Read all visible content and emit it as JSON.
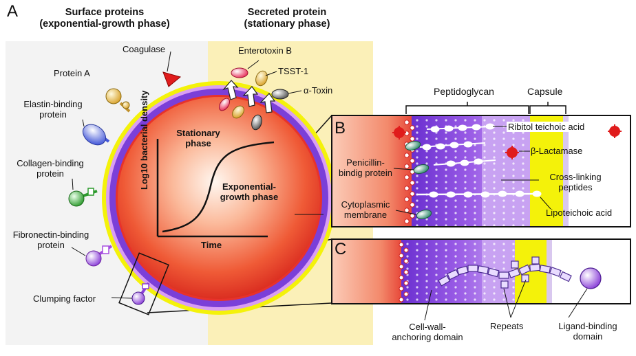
{
  "panel_letters": {
    "a": "A",
    "b": "B",
    "c": "C"
  },
  "headings": {
    "surface_line1": "Surface proteins",
    "surface_line2": "(exponential-growth phase)",
    "secreted_line1": "Secreted protein",
    "secreted_line2": "(stationary phase)"
  },
  "surface_proteins": {
    "coagulase": "Coagulase",
    "protein_a": "Protein A",
    "elastin_line1": "Elastin-binding",
    "elastin_line2": "protein",
    "collagen_line1": "Collagen-binding",
    "collagen_line2": "protein",
    "fibronectin_line1": "Fibronectin-binding",
    "fibronectin_line2": "protein",
    "clumping": "Clumping factor"
  },
  "secreted_proteins": {
    "enterotoxin": "Enterotoxin B",
    "tsst": "TSST-1",
    "alpha_toxin": "α-Toxin"
  },
  "growth_curve": {
    "y_axis": "Log10 bacterial density",
    "x_axis": "Time",
    "stationary_line1": "Stationary",
    "stationary_line2": "phase",
    "exponential_line1": "Exponential-",
    "exponential_line2": "growth phase"
  },
  "wall_labels": {
    "peptidoglycan": "Peptidoglycan",
    "capsule": "Capsule",
    "ribitol": "Ribitol teichoic acid",
    "lactamase": "β-Lactamase",
    "pbp_line1": "Penicillin-",
    "pbp_line2": "bindig protein",
    "crosslink_line1": "Cross-linking",
    "crosslink_line2": "peptides",
    "cytoplasmic_line1": "Cytoplasmic",
    "cytoplasmic_line2": "membrane",
    "lipoteichoic": "Lipoteichoic acid"
  },
  "adhesin_labels": {
    "cell_wall_line1": "Cell-wall-",
    "cell_wall_line2": "anchoring domain",
    "repeats": "Repeats",
    "ligand_line1": "Ligand-binding",
    "ligand_line2": "domain"
  },
  "colors": {
    "cell_red": "#e8322a",
    "cell_orange": "#f8b59a",
    "wall_purple": "#7b3fd8",
    "wall_yellow": "#f4f20a",
    "secreted_bg": "#fbf0b8",
    "surface_bg": "#f3f3f3"
  }
}
